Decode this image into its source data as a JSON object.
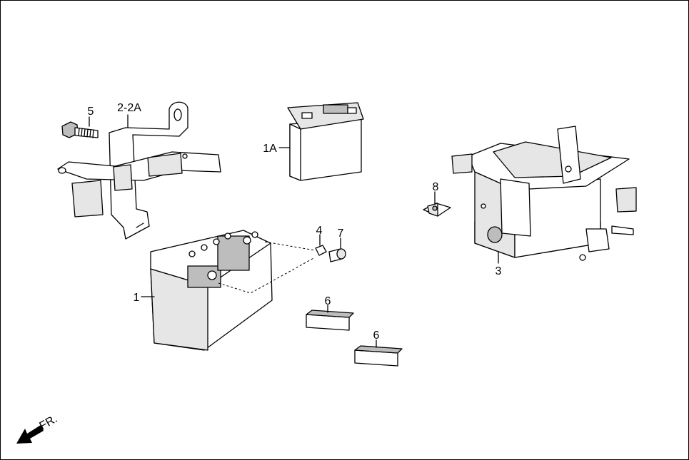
{
  "callouts": {
    "c5": "5",
    "c22a": "2-2A",
    "c1a": "1A",
    "c8": "8",
    "c4": "4",
    "c7": "7",
    "c1": "1",
    "c6a": "6",
    "c6b": "6",
    "c3": "3"
  },
  "orientation": {
    "label": "FR."
  }
}
